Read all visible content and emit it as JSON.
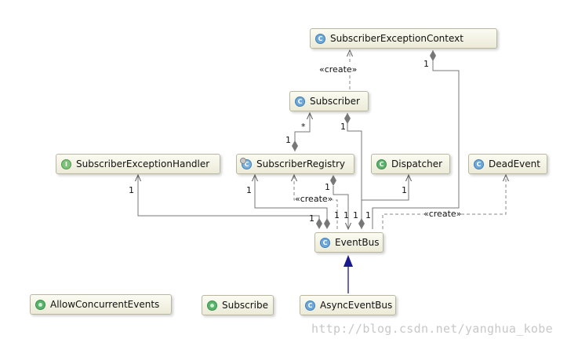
{
  "nodes": {
    "sec_ctx": {
      "label": "SubscriberExceptionContext",
      "icon": "class"
    },
    "subscriber": {
      "label": "Subscriber",
      "icon": "class"
    },
    "handler": {
      "label": "SubscriberExceptionHandler",
      "icon": "interface"
    },
    "registry": {
      "label": "SubscriberRegistry",
      "icon": "abstract-class"
    },
    "dispatcher": {
      "label": "Dispatcher",
      "icon": "abstract-class"
    },
    "deadevent": {
      "label": "DeadEvent",
      "icon": "class"
    },
    "eventbus": {
      "label": "EventBus",
      "icon": "class"
    },
    "allowconc": {
      "label": "AllowConcurrentEvents",
      "icon": "annotation"
    },
    "subscribe": {
      "label": "Subscribe",
      "icon": "annotation"
    },
    "asynceventbus": {
      "label": "AsyncEventBus",
      "icon": "class"
    }
  },
  "edge_labels": {
    "create_ctx": "«create»",
    "create_registry": "«create»",
    "create_dead": "«create»",
    "star": "*",
    "one": "1"
  },
  "icon_letters": {
    "class": "C",
    "interface": "I"
  },
  "watermark": "http://blog.csdn.net/yanghua_kobe"
}
